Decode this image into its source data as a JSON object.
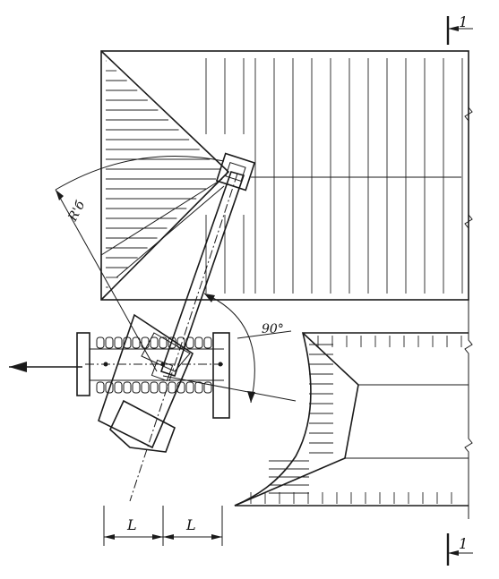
{
  "labels": {
    "section_mark_top": "1",
    "section_mark_bottom": "1",
    "radius_label": "R'б",
    "angle_label": "90°",
    "dim_left": "L",
    "dim_right": "L"
  }
}
